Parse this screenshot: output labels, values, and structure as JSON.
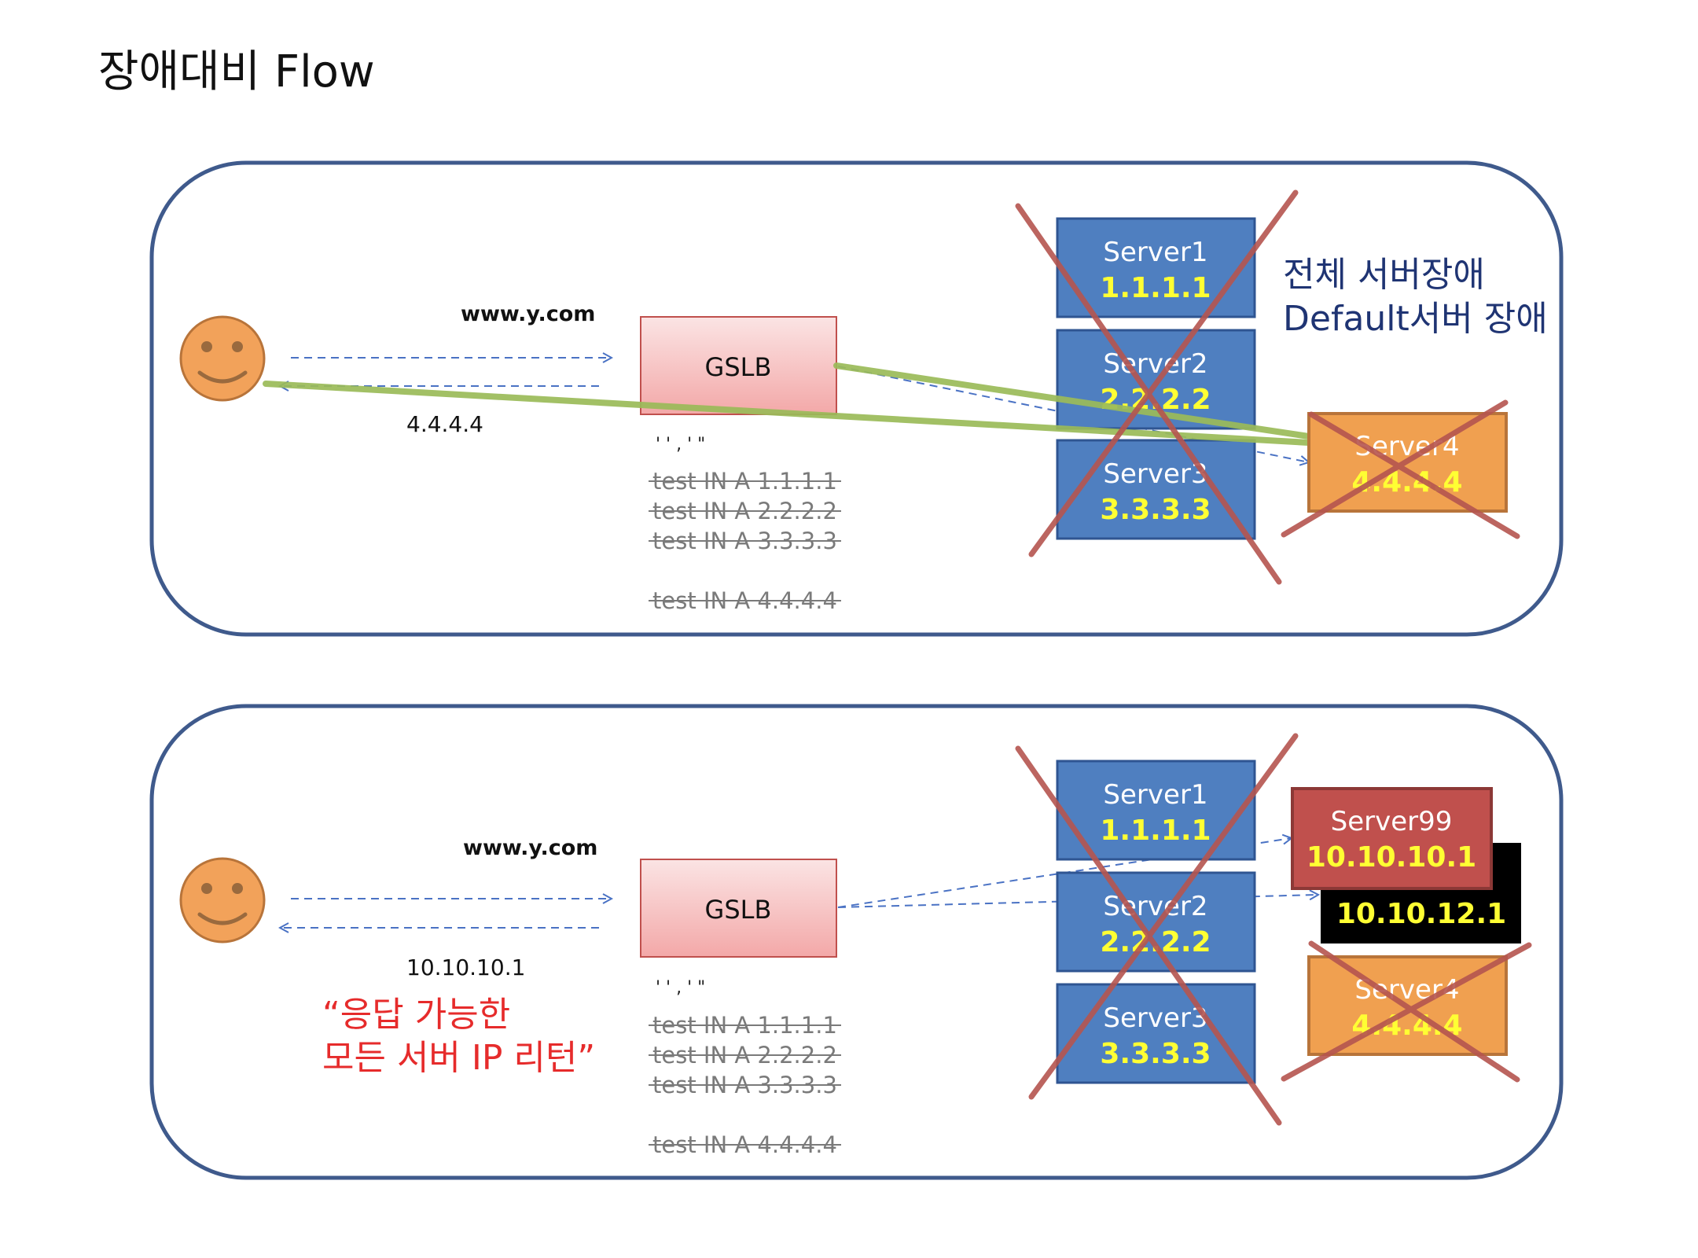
{
  "title": "장애대비 Flow",
  "panel1": {
    "query": "www.y.com",
    "response": "4.4.4.4",
    "gslb": "GSLB",
    "records_header": "' '  ,  '  \"",
    "records": [
      "test  IN A 1.1.1.1",
      "test  IN A 2.2.2.2",
      "test  IN A 3.3.3.3"
    ],
    "default_record": "test IN A   4.4.4.4",
    "servers": [
      {
        "name": "Server1",
        "ip": "1.1.1.1"
      },
      {
        "name": "Server2",
        "ip": "2.2.2.2"
      },
      {
        "name": "Server3",
        "ip": "3.3.3.3"
      }
    ],
    "default_server": {
      "name": "Server4",
      "ip": "4.4.4.4"
    },
    "note_line1": "전체 서버장애",
    "note_line2": "Default서버 장애"
  },
  "panel2": {
    "query": "www.y.com",
    "response": "10.10.10.1",
    "gslb": "GSLB",
    "records_header": "' '  ,  '  \"",
    "records": [
      "test  IN A 1.1.1.1",
      "test  IN A 2.2.2.2",
      "test  IN A 3.3.3.3"
    ],
    "default_record": "test IN A   4.4.4.4",
    "servers": [
      {
        "name": "Server1",
        "ip": "1.1.1.1"
      },
      {
        "name": "Server2",
        "ip": "2.2.2.2"
      },
      {
        "name": "Server3",
        "ip": "3.3.3.3"
      }
    ],
    "default_server": {
      "name": "Server4",
      "ip": "4.4.4.4"
    },
    "backup_server": {
      "name": "Server99",
      "ip": "10.10.10.1"
    },
    "backup_server_2_ip": "10.10.12.1",
    "note_line1": "“응답 가능한",
    "note_line2": "모든 서버 IP 리턴”"
  },
  "colors": {
    "panel_border": "#3f5a8c",
    "server_blue": "#4f7fc0",
    "server_orange": "#f0a050",
    "server_red": "#c0504d",
    "cross_red": "#b5554f",
    "ip_yellow": "#ffff33",
    "gslb_pink": "#f6c9c9",
    "arrow_blue": "#4a72c4",
    "flow_green": "#9bbb59",
    "note_navy": "#1f3473",
    "note_red": "#e62b2b",
    "face_orange": "#f2a25a"
  },
  "icons": [
    "smiley-face-icon",
    "cross-out-icon"
  ]
}
